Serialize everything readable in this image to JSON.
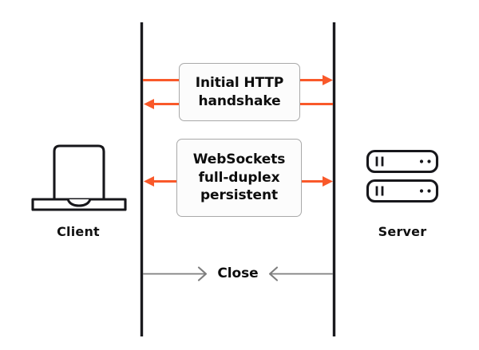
{
  "diagram": {
    "type": "sequence-diagram",
    "title_visible": false,
    "colors": {
      "arrow_orange": "#f9592a",
      "lifeline_black": "#1a1a1e",
      "close_gray": "#7e7e7e",
      "box_border": "#a9a9a9",
      "box_fill": "#fcfcfc",
      "text": "#0d0d0d",
      "background": "#ffffff"
    },
    "actors": [
      {
        "id": "client",
        "label": "Client",
        "icon": "laptop-icon",
        "side": "left"
      },
      {
        "id": "server",
        "label": "Server",
        "icon": "server-rack-icon",
        "side": "right"
      }
    ],
    "messages": [
      {
        "id": "http",
        "lines": [
          "Initial HTTP",
          "handshake"
        ],
        "arrows": [
          {
            "direction": "client-to-server",
            "style": "solid-filled",
            "color": "#f9592a"
          },
          {
            "direction": "server-to-client",
            "style": "solid-filled",
            "color": "#f9592a"
          }
        ]
      },
      {
        "id": "websockets",
        "lines": [
          "WebSockets",
          "full-duplex",
          "persistent"
        ],
        "arrows": [
          {
            "direction": "bidirectional",
            "style": "solid-filled",
            "color": "#f9592a"
          }
        ]
      },
      {
        "id": "close",
        "lines": [
          "Close"
        ],
        "arrows": [
          {
            "direction": "client-to-server",
            "style": "thin-open",
            "color": "#7e7e7e"
          },
          {
            "direction": "server-to-client",
            "style": "thin-open",
            "color": "#7e7e7e"
          }
        ]
      }
    ]
  }
}
